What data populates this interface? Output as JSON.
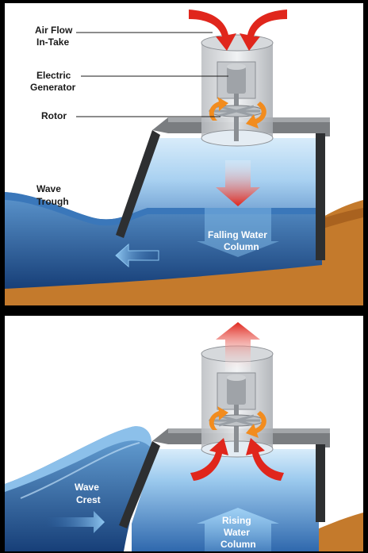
{
  "top_panel": {
    "label_air_flow_line1": "Air Flow",
    "label_air_flow_line2": "In-Take",
    "label_generator_line1": "Electric",
    "label_generator_line2": "Generator",
    "label_rotor": "Rotor",
    "label_wave_trough_line1": "Wave",
    "label_wave_trough_line2": "Trough",
    "label_falling_line1": "Falling Water",
    "label_falling_line2": "Column"
  },
  "bottom_panel": {
    "label_wave_crest_line1": "Wave",
    "label_wave_crest_line2": "Crest",
    "label_rising_line1": "Rising",
    "label_rising_line2": "Water",
    "label_rising_line3": "Column"
  },
  "colors": {
    "water_dark": "#1f4f8f",
    "water_light": "#7fb8e6",
    "sand": "#c47a2c",
    "air_arrow": "#e0261c",
    "rotor_arrow": "#f28c1e",
    "chamber_wall": "#3a3a3a"
  }
}
